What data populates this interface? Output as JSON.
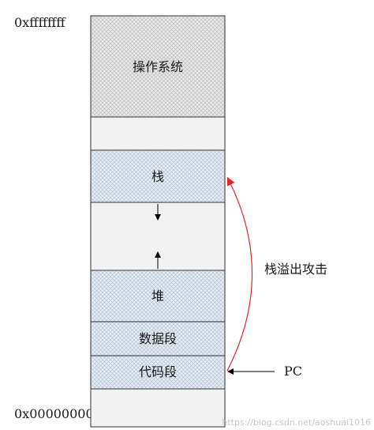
{
  "address": {
    "top": "0xffffffff",
    "bottom": "0x00000000"
  },
  "segments": {
    "os": "操作系统",
    "stack": "栈",
    "heap": "堆",
    "data": "数据段",
    "code": "代码段"
  },
  "annotations": {
    "overflow": "栈溢出攻击",
    "pc": "PC"
  },
  "watermark": "https://blog.csdn.net/aoshuai1016",
  "colors": {
    "os_hatch": "#bcbcbc",
    "region_hatch": "#b4c3d2",
    "attack_arrow": "#e0262b"
  }
}
